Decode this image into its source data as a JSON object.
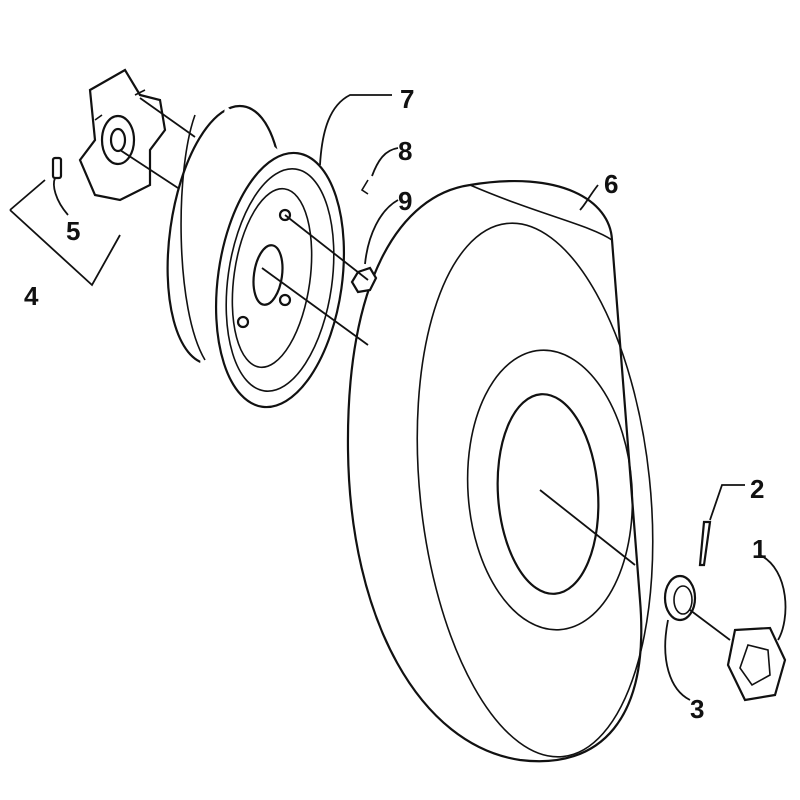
{
  "diagram": {
    "title": "Wheel assembly exploded view",
    "callouts": [
      {
        "id": "1",
        "part": "hub-cap"
      },
      {
        "id": "2",
        "part": "cotter-pin"
      },
      {
        "id": "3",
        "part": "castle-nut"
      },
      {
        "id": "4",
        "part": "hub-assembly"
      },
      {
        "id": "5",
        "part": "wheel-stud"
      },
      {
        "id": "6",
        "part": "tire"
      },
      {
        "id": "7",
        "part": "rim"
      },
      {
        "id": "8",
        "part": "valve"
      },
      {
        "id": "9",
        "part": "lug-nut"
      }
    ]
  }
}
